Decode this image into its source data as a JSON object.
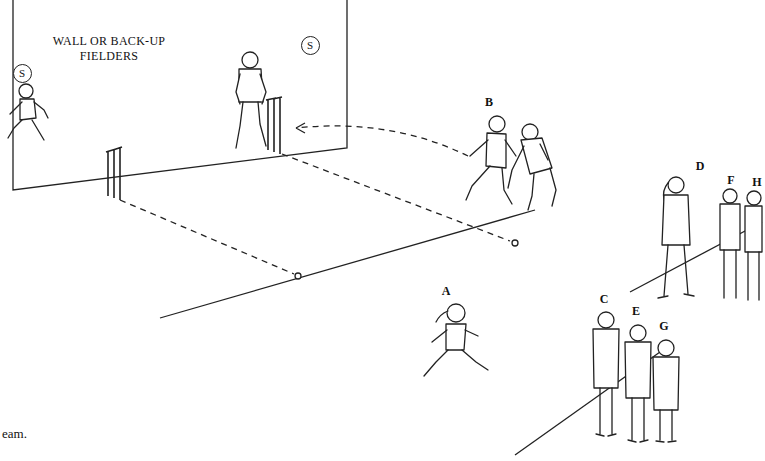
{
  "diagram": {
    "nodes": [
      {
        "text": [
          "WALL OR BACK-UP FIELDERS"
        ]
      },
      {
        "text": [
          "S"
        ],
        "in": 0
      },
      {
        "text": [
          "S"
        ],
        "in": 0
      }
    ],
    "labels": [
      "B",
      "A",
      "C",
      "E",
      "G",
      "D",
      "F",
      "H",
      "eam."
    ]
  }
}
